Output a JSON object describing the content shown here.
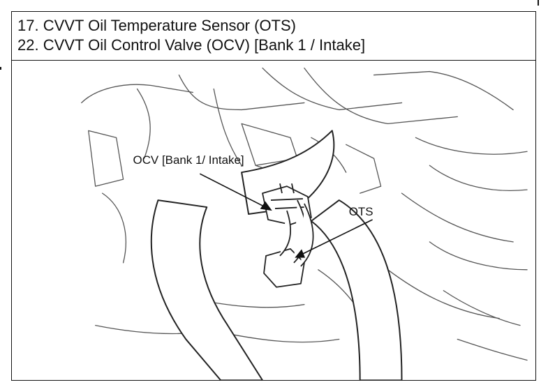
{
  "legend": {
    "line1": "17. CVVT Oil Temperature Sensor (OTS)",
    "line2": "22. CVVT Oil Control Valve (OCV) [Bank 1 / Intake]"
  },
  "figure": {
    "callout_ocv": "OCV [Bank 1/ Intake]",
    "callout_ots": "OTS"
  }
}
